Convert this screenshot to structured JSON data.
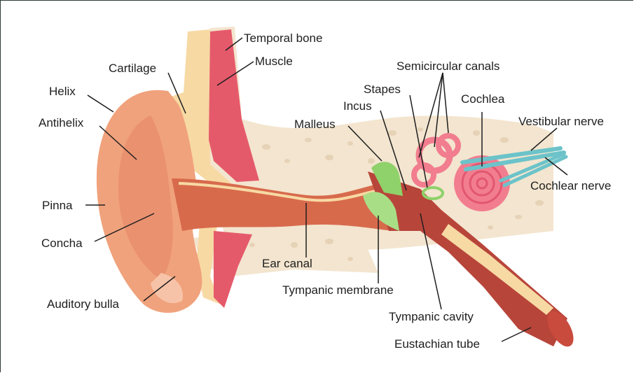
{
  "diagram": {
    "labels": {
      "temporal_bone": "Temporal bone",
      "muscle": "Muscle",
      "cartilage": "Cartilage",
      "helix": "Helix",
      "antihelix": "Antihelix",
      "pinna": "Pinna",
      "concha": "Concha",
      "auditory_bulla": "Auditory bulla",
      "semicircular_canals": "Semicircular canals",
      "stapes": "Stapes",
      "incus": "Incus",
      "malleus": "Malleus",
      "cochlea": "Cochlea",
      "vestibular_nerve": "Vestibular nerve",
      "cochlear_nerve": "Cochlear nerve",
      "ear_canal": "Ear canal",
      "tympanic_membrane": "Tympanic membrane",
      "tympanic_cavity": "Tympanic cavity",
      "eustachian_tube": "Eustachian tube"
    },
    "colors": {
      "bone": "#f3e5cf",
      "bone_pore": "#e6d2b6",
      "skin": "#f0a27c",
      "skin_dark": "#e58466",
      "canal": "#d86a4c",
      "muscle": "#e55a6b",
      "cartilage": "#f7d9a4",
      "ossicle": "#8fd16a",
      "cochlea": "#f27d8f",
      "nerve": "#6cc3c9",
      "tube": "#b8453a"
    }
  }
}
